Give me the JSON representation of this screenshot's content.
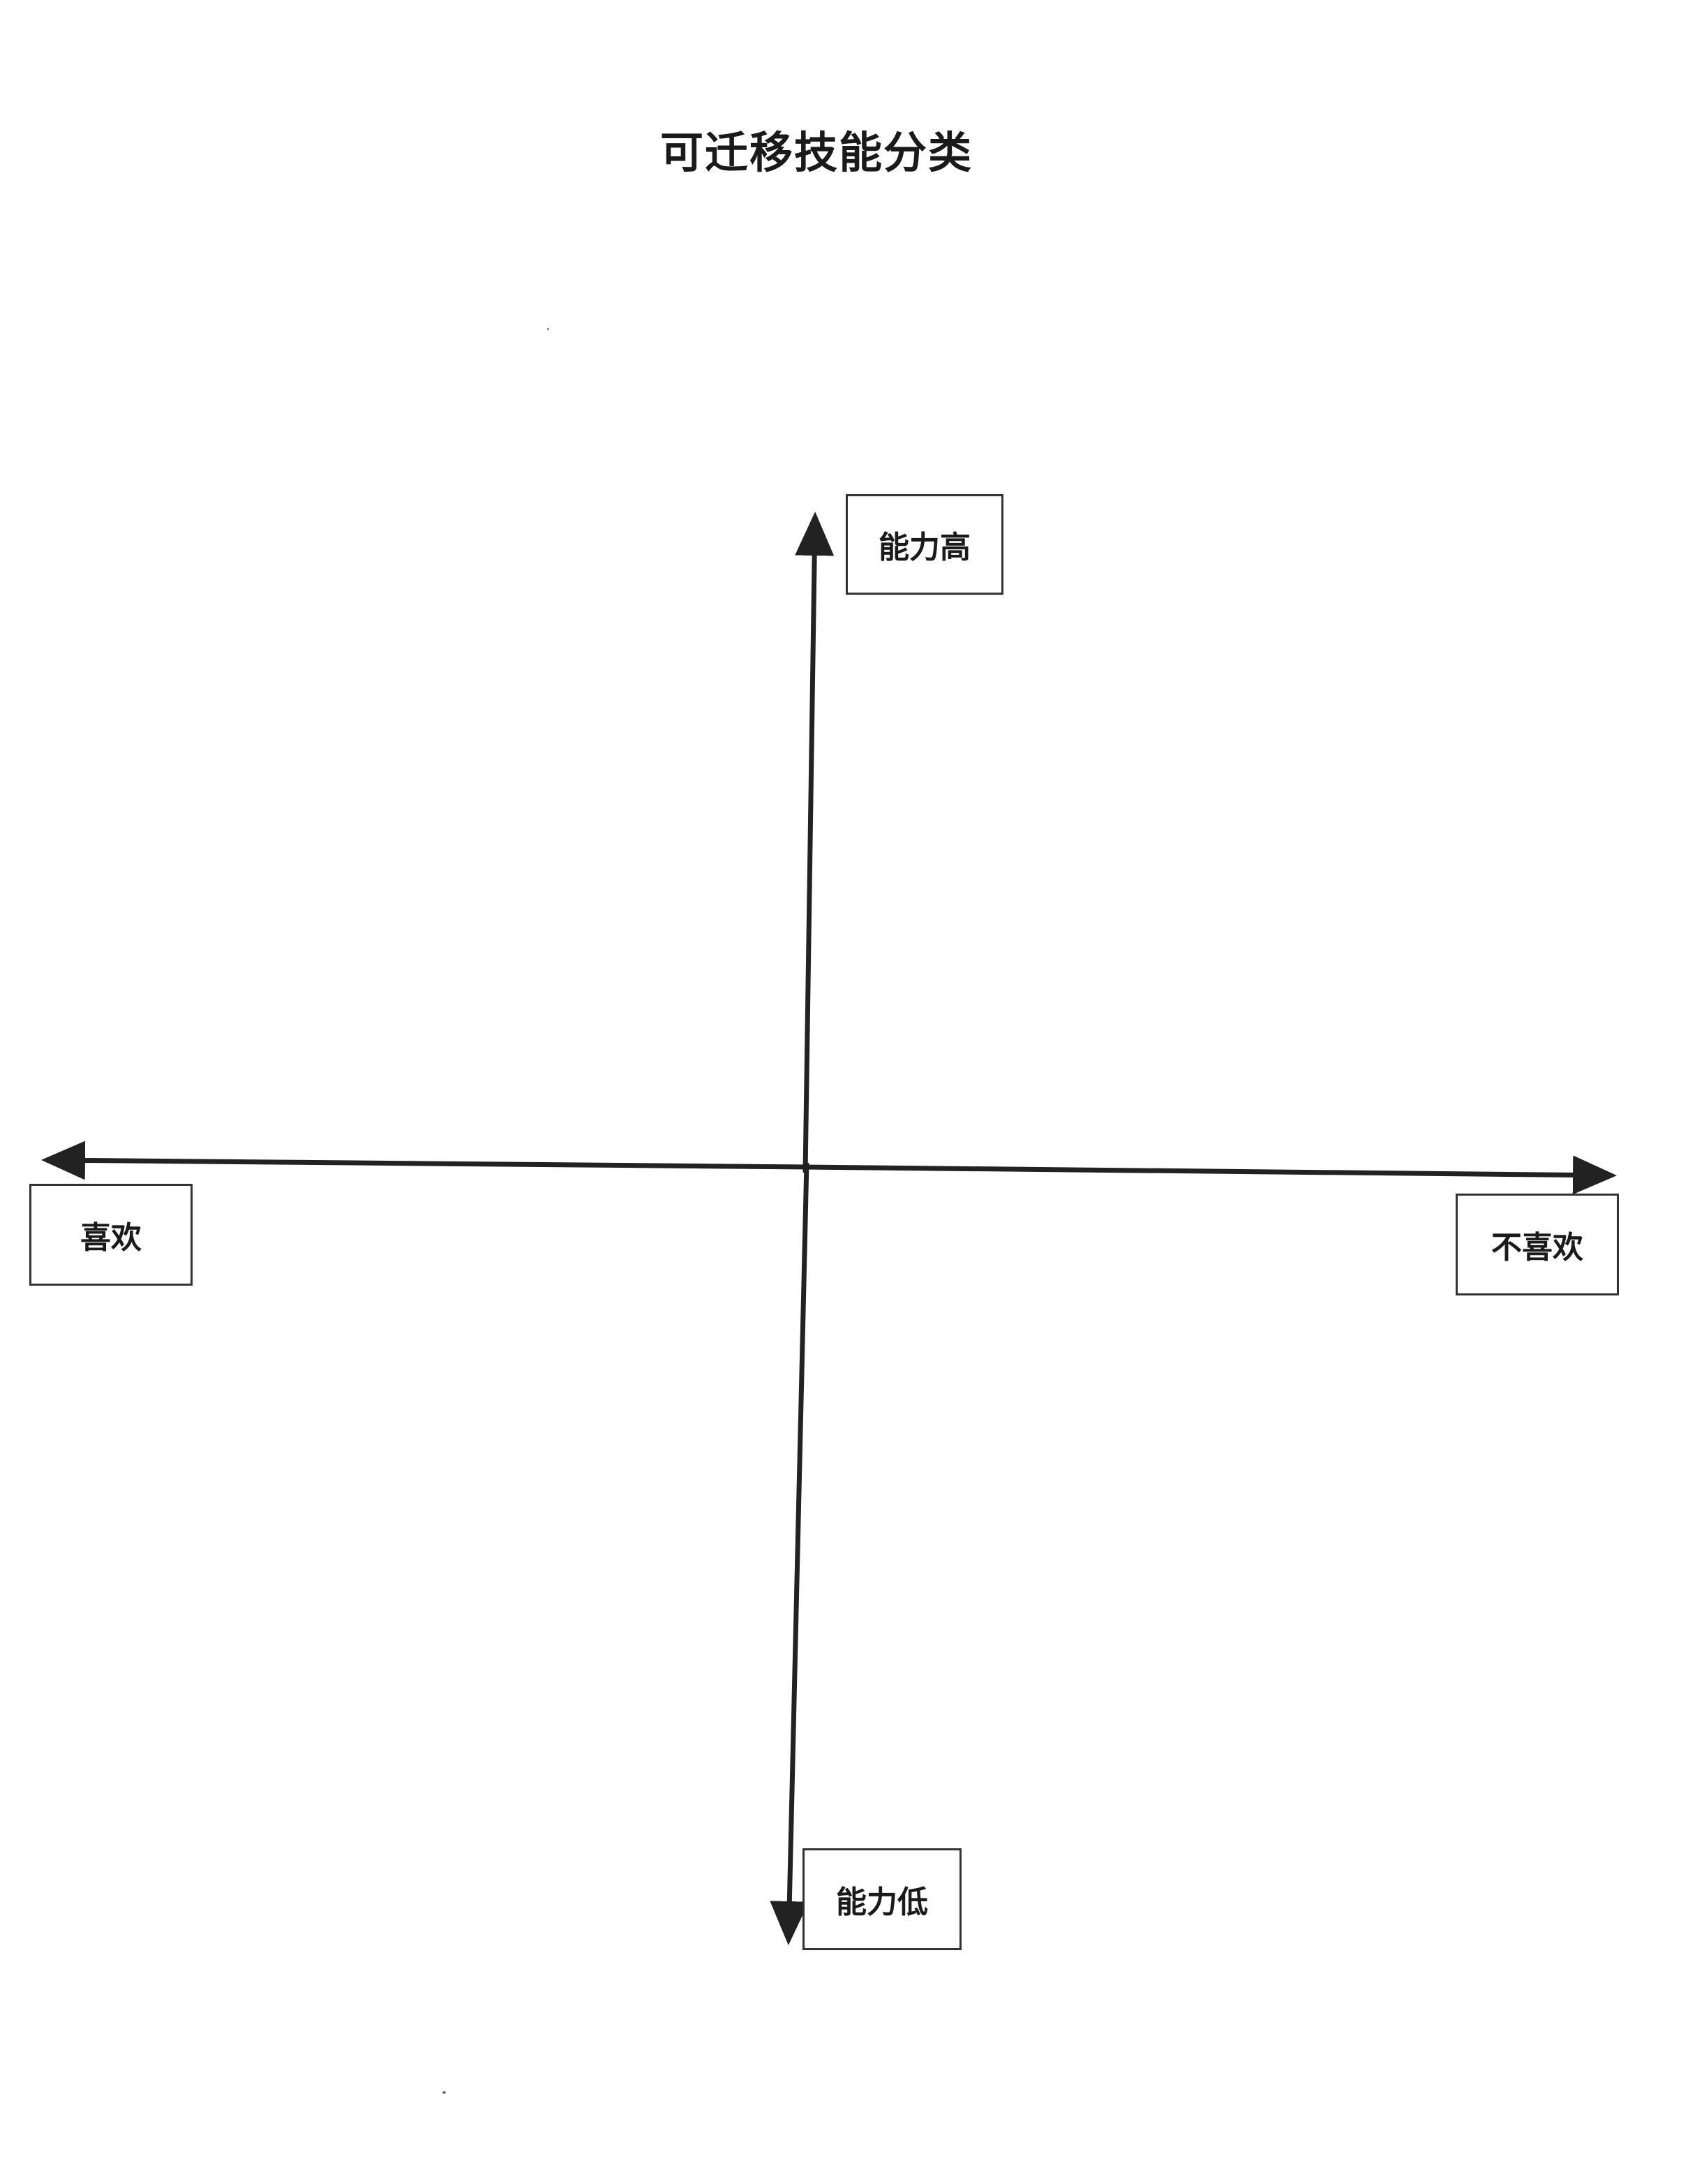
{
  "title": "可迁移技能分类",
  "axis_labels": {
    "top": "能力高",
    "bottom": "能力低",
    "left": "喜欢",
    "right": "不喜欢"
  },
  "colors": {
    "line": "#222222",
    "border": "#333333",
    "background": "#ffffff"
  }
}
